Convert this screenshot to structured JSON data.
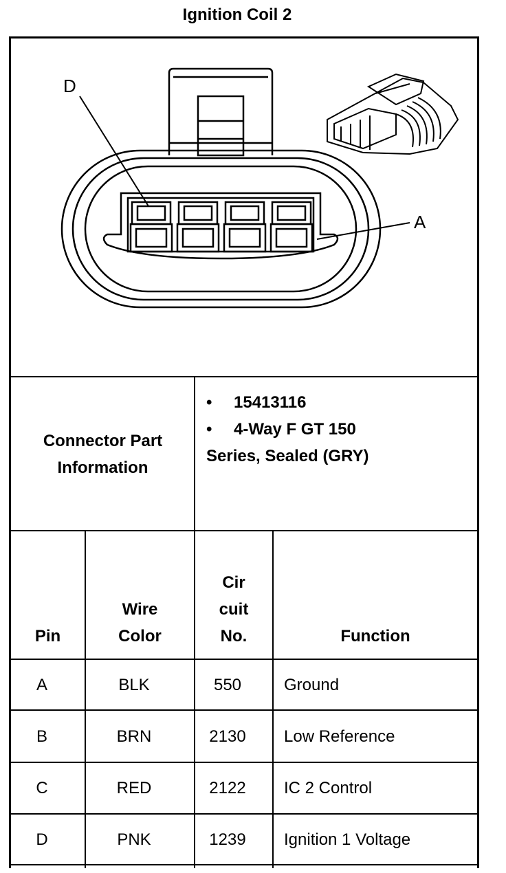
{
  "title": "Ignition Coil 2",
  "diagram": {
    "label_d": "D",
    "label_a": "A"
  },
  "connector": {
    "label": "Connector Part Information",
    "items": [
      "15413116",
      "4-Way F GT 150"
    ],
    "continuation": "Series, Sealed (GRY)",
    "bullet": "•"
  },
  "table": {
    "headers": {
      "pin": "Pin",
      "wire_color": [
        "Wire",
        "Color"
      ],
      "circuit": [
        "Cir",
        "cuit",
        "No."
      ],
      "function": "Function"
    },
    "rows": [
      {
        "pin": "A",
        "wire_color": "BLK",
        "circuit": "550",
        "function": "Ground"
      },
      {
        "pin": "B",
        "wire_color": "BRN",
        "circuit": "2130",
        "function": "Low Reference"
      },
      {
        "pin": "C",
        "wire_color": "RED",
        "circuit": "2122",
        "function": "IC 2 Control"
      },
      {
        "pin": "D",
        "wire_color": "PNK",
        "circuit": "1239",
        "function": "Ignition 1 Voltage"
      }
    ]
  }
}
